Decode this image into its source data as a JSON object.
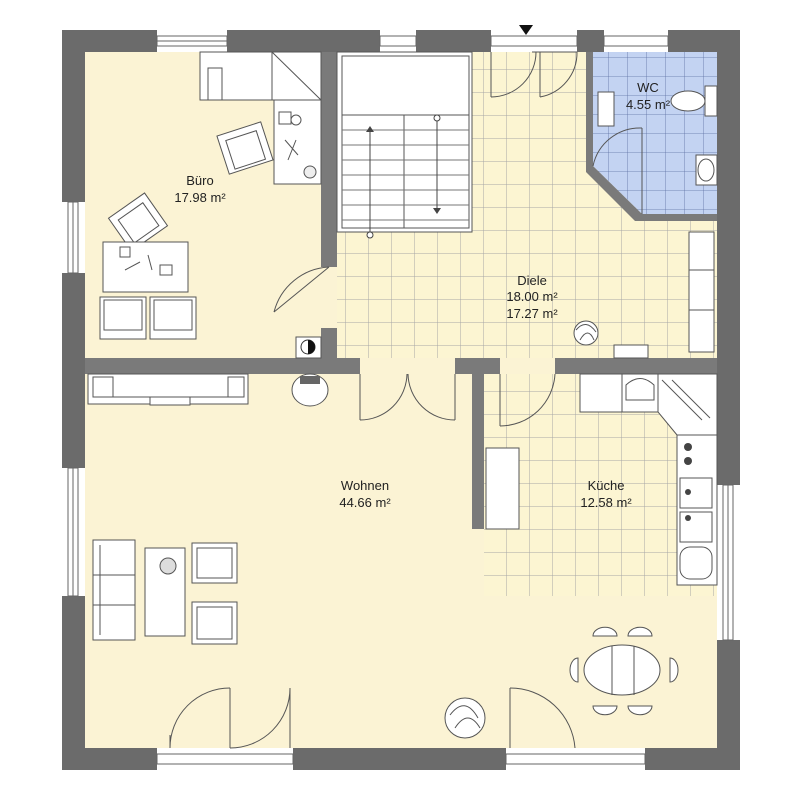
{
  "plan": {
    "colors": {
      "wall": "#6b6b6b",
      "room_fill": "#fbf3d4",
      "tile_fill": "#fcf5d2",
      "tile_line": "#a7a7a7",
      "wc_fill": "#c3d3f2",
      "wc_tile_line": "#5d6fa3"
    },
    "rooms": [
      {
        "id": "buero",
        "name": "Büro",
        "area": "17.98 m²"
      },
      {
        "id": "wc",
        "name": "WC",
        "area": "4.55 m²"
      },
      {
        "id": "diele",
        "name": "Diele",
        "area": "18.00 m²",
        "area2": "17.27 m²"
      },
      {
        "id": "wohnen",
        "name": "Wohnen",
        "area": "44.66 m²"
      },
      {
        "id": "kueche",
        "name": "Küche",
        "area": "12.58 m²"
      }
    ]
  }
}
